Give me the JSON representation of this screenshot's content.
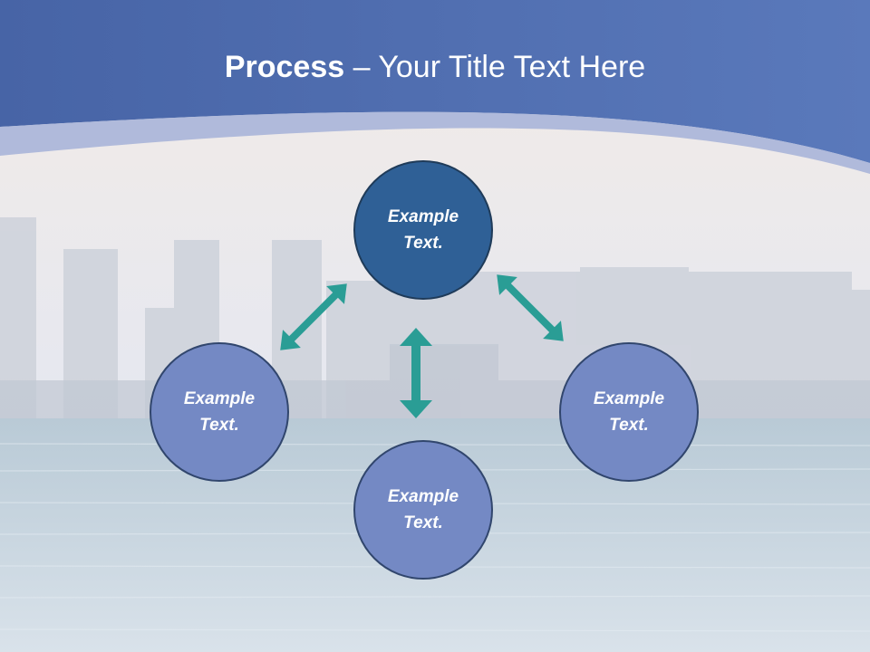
{
  "slide": {
    "title_bold": "Process",
    "title_rest": " – Your Title Text Here"
  },
  "diagram": {
    "center": "Example Text.",
    "left": "Example Text.",
    "right": "Example Text.",
    "bottom": "Example Text."
  },
  "colors": {
    "header_blue": "#4a67a8",
    "center_node": "#2f6096",
    "outer_node": "#7489c4",
    "arrow_teal": "#2a9d95"
  }
}
